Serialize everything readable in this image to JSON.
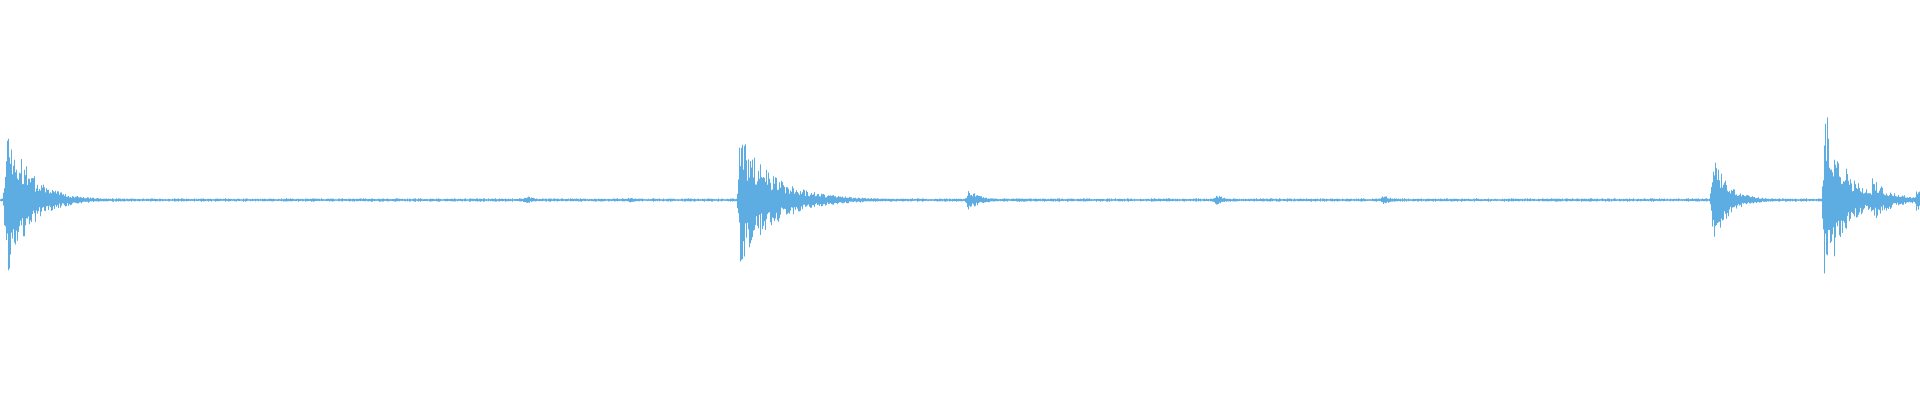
{
  "waveform": {
    "color": "#5DADE2",
    "background": "#FFFFFF",
    "baseline_amplitude": 0.01,
    "peaks_relative_to_max": [
      {
        "position": 0.003,
        "amplitude": 0.8,
        "decay": 0.012
      },
      {
        "position": 0.385,
        "amplitude": 0.66,
        "decay": 0.018
      },
      {
        "position": 0.504,
        "amplitude": 0.11,
        "decay": 0.006
      },
      {
        "position": 0.633,
        "amplitude": 0.06,
        "decay": 0.004
      },
      {
        "position": 0.72,
        "amplitude": 0.05,
        "decay": 0.004
      },
      {
        "position": 0.892,
        "amplitude": 0.45,
        "decay": 0.008
      },
      {
        "position": 0.95,
        "amplitude": 1.0,
        "decay": 0.01
      },
      {
        "position": 0.975,
        "amplitude": 0.22,
        "decay": 0.01
      },
      {
        "position": 0.998,
        "amplitude": 0.12,
        "decay": 0.006
      }
    ],
    "minor_bumps": [
      {
        "position": 0.275,
        "amplitude": 0.03
      },
      {
        "position": 0.328,
        "amplitude": 0.02
      }
    ]
  }
}
